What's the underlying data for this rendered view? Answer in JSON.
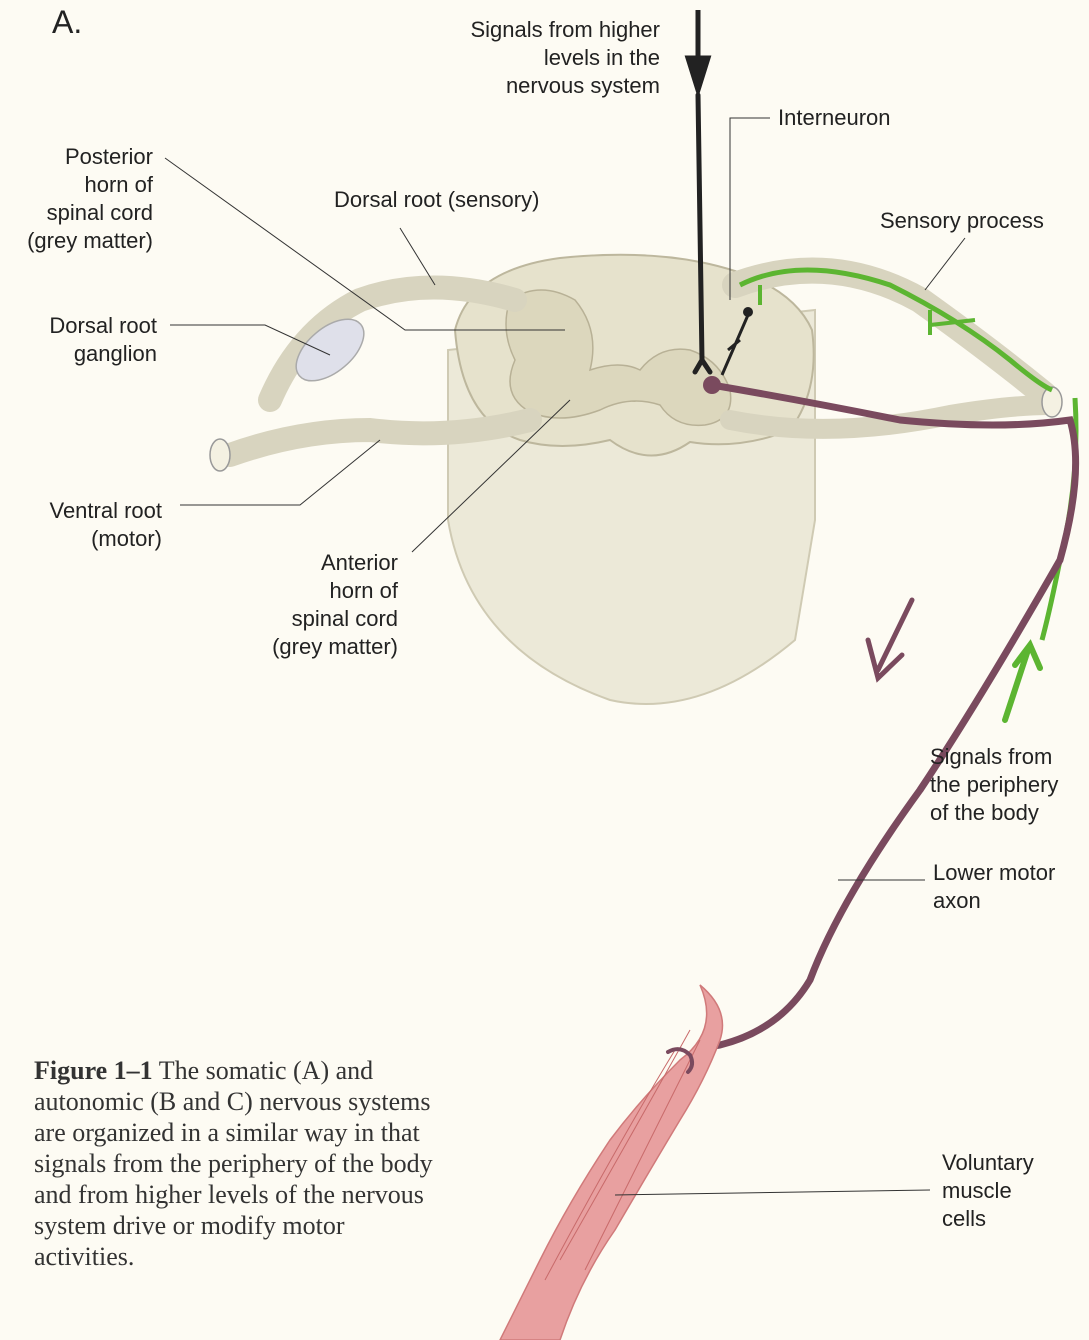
{
  "panel_letter": "A.",
  "labels": {
    "higher_signals": "Signals from higher\nlevels in the\nnervous system",
    "interneuron": "Interneuron",
    "posterior_horn": "Posterior\nhorn of\nspinal cord\n(grey matter)",
    "dorsal_root": "Dorsal root (sensory)",
    "sensory_process": "Sensory process",
    "dorsal_root_ganglion": "Dorsal root\nganglion",
    "ventral_root": "Ventral root\n(motor)",
    "anterior_horn": "Anterior\nhorn of\nspinal cord\n(grey matter)",
    "periphery_signals": "Signals from\nthe periphery\nof the body",
    "lower_motor_axon": "Lower motor\naxon",
    "voluntary_muscle": "Voluntary\nmuscle\ncells"
  },
  "caption": {
    "label": "Figure 1–1",
    "text": " The somatic (A) and autonomic (B and C) nervous systems are organized in a similar way in that signals from the periphery of the body and from higher levels of the nervous system drive or modify motor activities."
  },
  "colors": {
    "cord": "#ece9d8",
    "cord_shade": "#d8d4bf",
    "grey_matter": "#e2dec8",
    "sensory": "#5cb531",
    "motor": "#7a4a5e",
    "descending": "#222222",
    "muscle": "#e8a0a0",
    "leader": "#333333"
  }
}
